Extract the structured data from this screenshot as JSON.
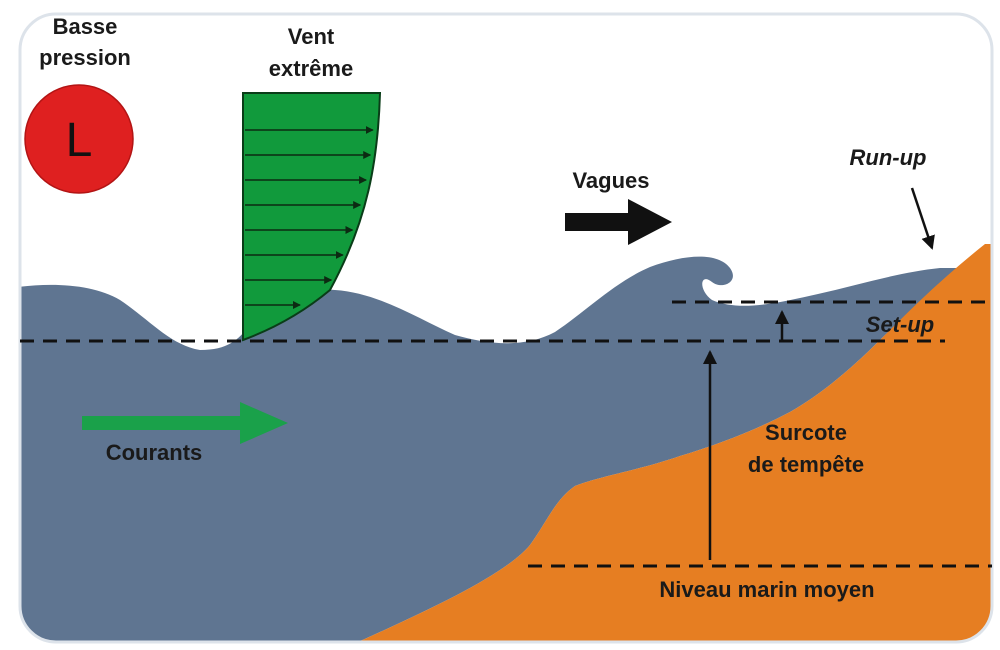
{
  "labels": {
    "low_pressure": [
      "Basse",
      "pression"
    ],
    "low_symbol": "L",
    "wind": [
      "Vent",
      "extrême"
    ],
    "waves": "Vagues",
    "runup": "Run-up",
    "setup": "Set-up",
    "currents": "Courants",
    "surge": [
      "Surcote",
      "de tempête"
    ],
    "mean_sea_level": "Niveau marin moyen"
  },
  "colors": {
    "water": "#5f7591",
    "land": "#e67e22",
    "wind_profile": "#119a3c",
    "currents_arrow": "#1aa14a",
    "low_pressure": "#df2020",
    "frame": "#dde3ea"
  },
  "icons": {
    "low_pressure": "red-circle-letter",
    "waves_arrow": "arrow-right",
    "currents_arrow": "arrow-right",
    "runup_arrow": "arrow-down-right",
    "setup_arrow": "arrow-up",
    "surge_arrow": "arrow-up"
  }
}
